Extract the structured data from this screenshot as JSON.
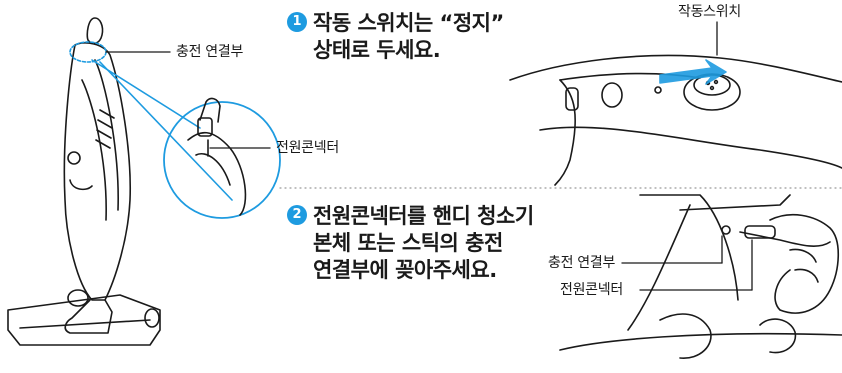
{
  "step1": {
    "number": "1",
    "line1": "작동 스위치는 “정지”",
    "line2": "상태로 두세요."
  },
  "step2": {
    "number": "2",
    "line1": "전원콘넥터를 핸디 청소기",
    "line2": "본체 또는 스틱의 충전",
    "line3": "연결부에 꽂아주세요."
  },
  "labels": {
    "charge_port_left": "충전 연결부",
    "power_connector_left": "전원콘넥터",
    "operation_switch": "작동스위치",
    "charge_port_right": "충전 연결부",
    "power_connector_right": "전원콘넥터"
  },
  "colors": {
    "accent": "#1e9be0",
    "line": "#1a1a1a"
  }
}
